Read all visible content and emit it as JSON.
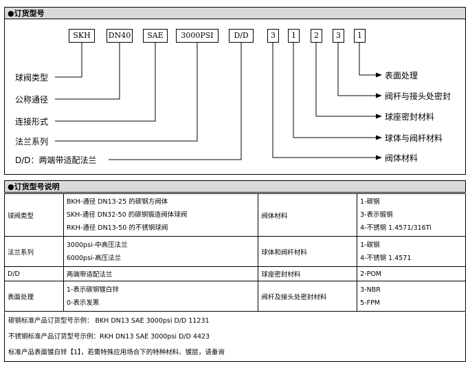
{
  "order_model": {
    "title": "●订货型号",
    "codes": [
      "SKH",
      "DN40",
      "SAE",
      "3000PSI",
      "D/D",
      "3",
      "1",
      "2",
      "3",
      "1"
    ],
    "left_labels": [
      "球阀类型",
      "公称通径",
      "连接形式",
      "法兰系列",
      "D/D：两端带适配法兰"
    ],
    "right_labels": [
      "表面处理",
      "阀杆与接头处密封",
      "球座密封材料",
      "球体与阀杆材料",
      "阀体材料"
    ]
  },
  "model_explanation": {
    "title": "●订货型号说明",
    "rows": [
      {
        "name": "球阀类型",
        "desc": [
          "BKH-通径 DN13-25 的碳钢方阀体",
          "SKH-通径 DN32-50 的碳钢锻造阀体球阀",
          "RKH-通径 DN13-50 的不锈钢球阀"
        ],
        "param": "阀体材料",
        "codes": [
          "1-碳钢",
          "3-表示锻钢",
          "4-不锈钢    1.4571/316Ti"
        ]
      },
      {
        "name": "法兰系列",
        "desc": [
          "3000psi-中高压法兰",
          "6000psi-高压法兰"
        ],
        "param": "球体和阀杆材料",
        "codes": [
          "1-碳钢",
          "4-不锈钢  1.4571"
        ]
      },
      {
        "name": "D/D",
        "desc": [
          "两端带适配法兰"
        ],
        "param": "球座密封材料",
        "codes": [
          "2-POM"
        ]
      },
      {
        "name": "表面处理",
        "desc": [
          "1-表示碳钢镀白锌",
          "0-表示发黑"
        ],
        "param": "阀杆及接头处密封材料",
        "codes": [
          "3-NBR",
          "5-FPM"
        ]
      }
    ]
  },
  "notes": [
    "碳钢标准产品订货型号示例：    BKH   DN13 SAE 3000psi D/D 11231",
    "不锈钢标准产品订货型号示例：RKH   DN13 SAE 3000psi D/D 4423",
    "标准产品表面镀白锌【1】，若需特殊应用场合下的特种材料、镀层，请垂询"
  ]
}
